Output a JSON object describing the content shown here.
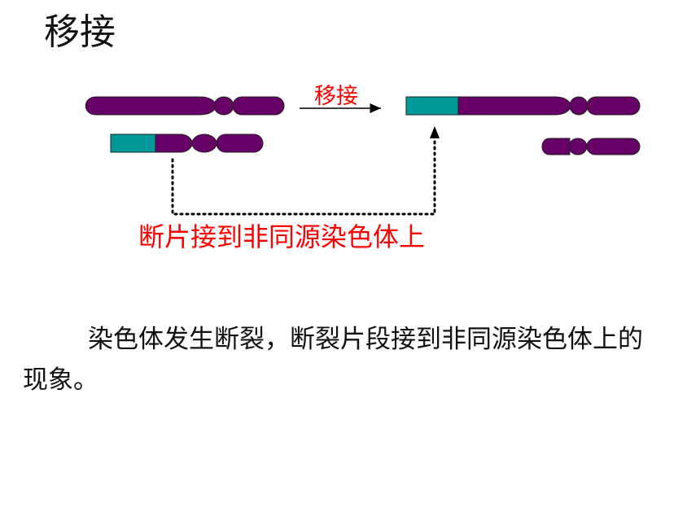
{
  "title": "移接",
  "arrow_label": "移接",
  "caption": "断片接到非同源染色体上",
  "description": "染色体发生断裂，断裂片段接到非同源染色体上的现象。",
  "colors": {
    "chromosome": "#660066",
    "translocated_segment": "#009999",
    "caption_red": "#ff0000",
    "outline": "#222222"
  }
}
